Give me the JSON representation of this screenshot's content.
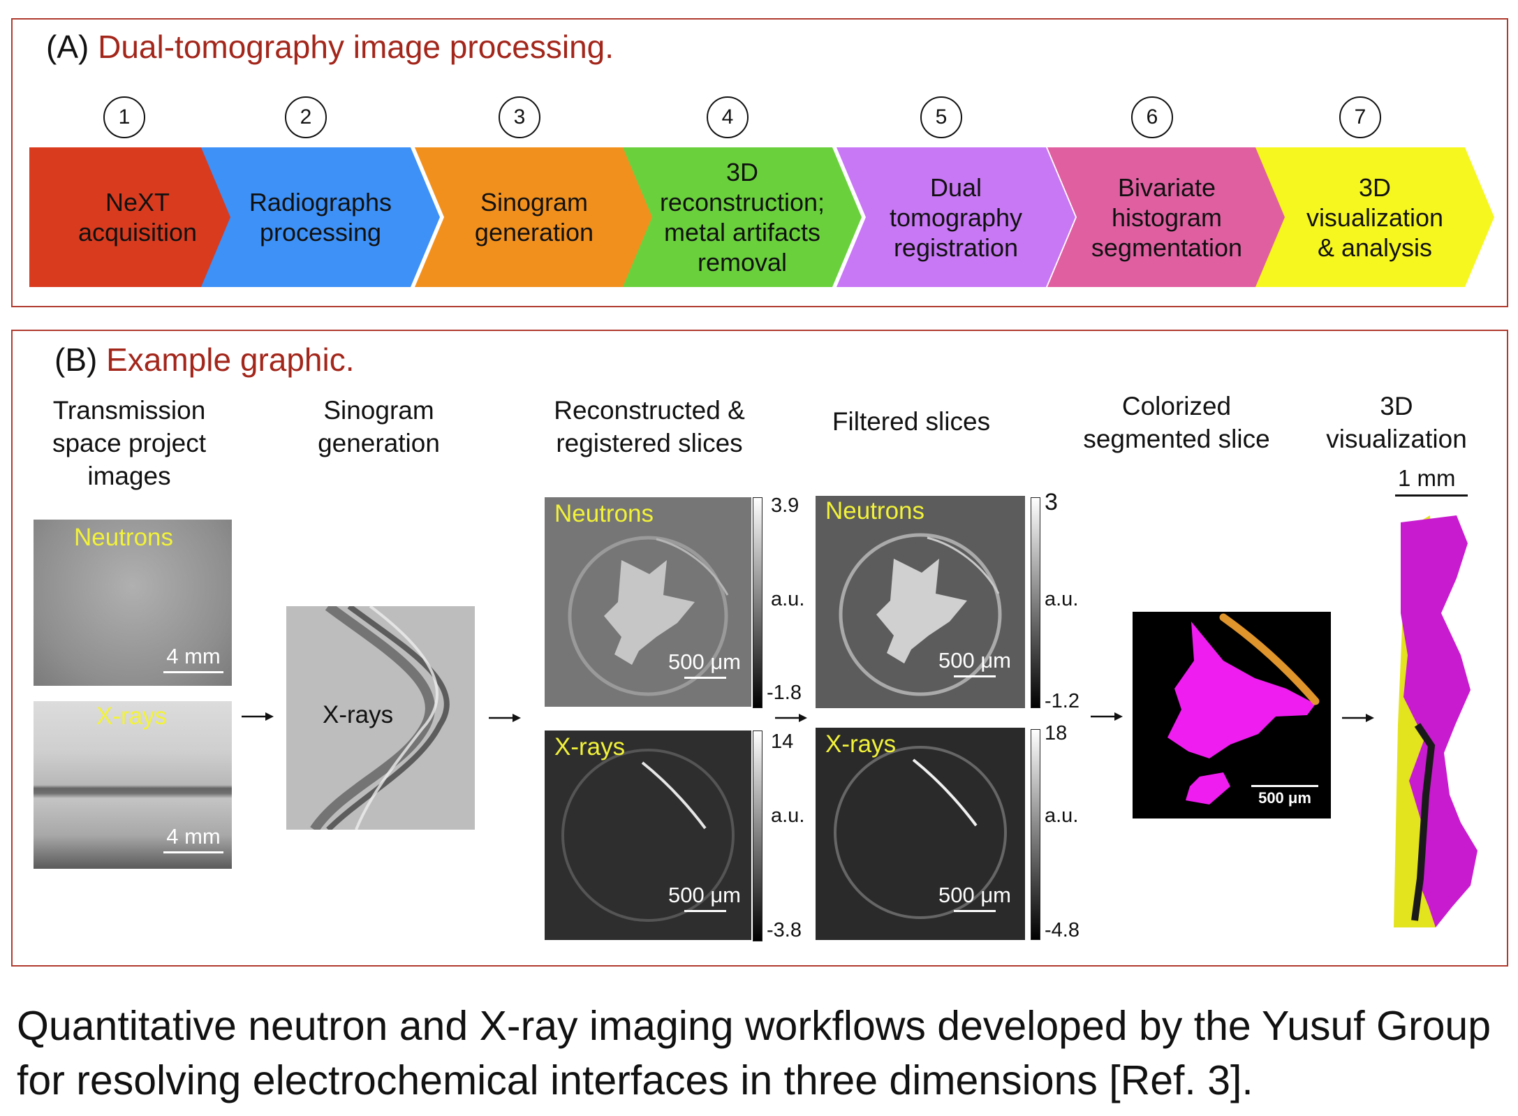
{
  "panel_a": {
    "label": "(A)",
    "title": "Dual-tomography image processing.",
    "steps": [
      {
        "num": "1",
        "label": "NeXT\nacquisition",
        "color": "#d93b1f"
      },
      {
        "num": "2",
        "label": "Radiographs\nprocessing",
        "color": "#3d91f7"
      },
      {
        "num": "3",
        "label": "Sinogram\ngeneration",
        "color": "#f2901e"
      },
      {
        "num": "4",
        "label": "3D\nreconstruction;\nmetal artifacts\nremoval",
        "color": "#6ad13d"
      },
      {
        "num": "5",
        "label": "Dual\ntomography\nregistration",
        "color": "#c877f5"
      },
      {
        "num": "6",
        "label": "Bivariate\nhistogram\nsegmentation",
        "color": "#e05fa1"
      },
      {
        "num": "7",
        "label": "3D\nvisualization\n& analysis",
        "color": "#f7f720"
      }
    ]
  },
  "panel_b": {
    "label": "(B)",
    "title": "Example graphic.",
    "columns": [
      "Transmission\nspace project\nimages",
      "Sinogram\ngeneration",
      "Reconstructed &\nregistered slices",
      "Filtered slices",
      "Colorized\nsegmented slice",
      "3D\nvisualization"
    ],
    "projections": {
      "neutrons_label": "Neutrons",
      "xrays_label": "X-rays",
      "scale": "4 mm"
    },
    "sinogram_label": "X-rays",
    "reconstructed": {
      "neutrons_label": "Neutrons",
      "xrays_label": "X-rays",
      "scale": "500 μm",
      "neutron_cbar": {
        "max": "3.9",
        "unit": "a.u.",
        "min": "-1.8"
      },
      "xray_cbar": {
        "max": "14",
        "unit": "a.u.",
        "min": "-3.8"
      }
    },
    "filtered": {
      "neutrons_label": "Neutrons",
      "xrays_label": "X-rays",
      "scale": "500 μm",
      "neutron_cbar": {
        "max": "3",
        "unit": "a.u.",
        "min": "-1.2"
      },
      "xray_cbar": {
        "max": "18",
        "unit": "a.u.",
        "min": "-4.8"
      }
    },
    "segmented_scale": "500 μm",
    "viz_scale": "1 mm"
  },
  "caption": "Quantitative neutron and X-ray imaging workflows developed by the Yusuf Group for resolving electrochemical interfaces in three dimensions [Ref. 3]."
}
